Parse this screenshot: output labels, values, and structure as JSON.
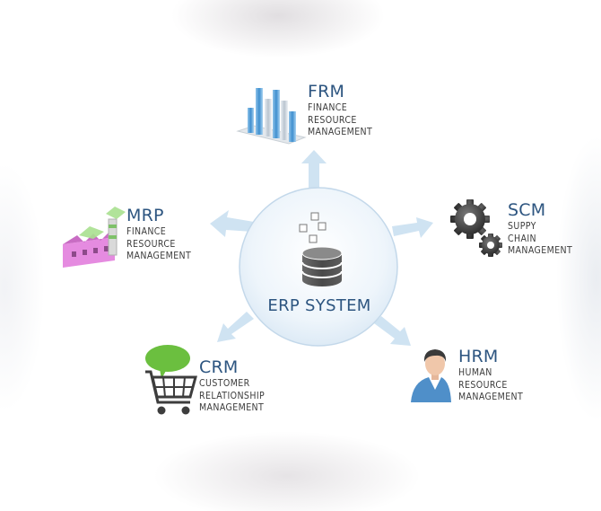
{
  "center": {
    "title": "ERP SYSTEM",
    "icon": "database-icon"
  },
  "modules": [
    {
      "id": "frm",
      "code": "FRM",
      "description": "FINANCE\nRESOURCE\nMANAGEMENT",
      "icon": "bar-chart-icon"
    },
    {
      "id": "scm",
      "code": "SCM",
      "description": "SUPPY\nCHAIN\nMANAGEMENT",
      "icon": "gears-icon"
    },
    {
      "id": "hrm",
      "code": "HRM",
      "description": "HUMAN\nRESOURCE\nMANAGEMENT",
      "icon": "person-icon"
    },
    {
      "id": "crm",
      "code": "CRM",
      "description": "CUSTOMER\nRELATIONSHIP\nMANAGEMENT",
      "icon": "shopping-cart-icon"
    },
    {
      "id": "mrp",
      "code": "MRP",
      "description": "FINANCE\nRESOURCE\nMANAGEMENT",
      "icon": "factory-icon"
    }
  ],
  "colors": {
    "title_text": "#2d5580",
    "description_text": "#3c3c3c",
    "arrow": "#cfe3f2",
    "circle_fill": "#eaf3fb",
    "circle_border": "#c3d8ea"
  }
}
